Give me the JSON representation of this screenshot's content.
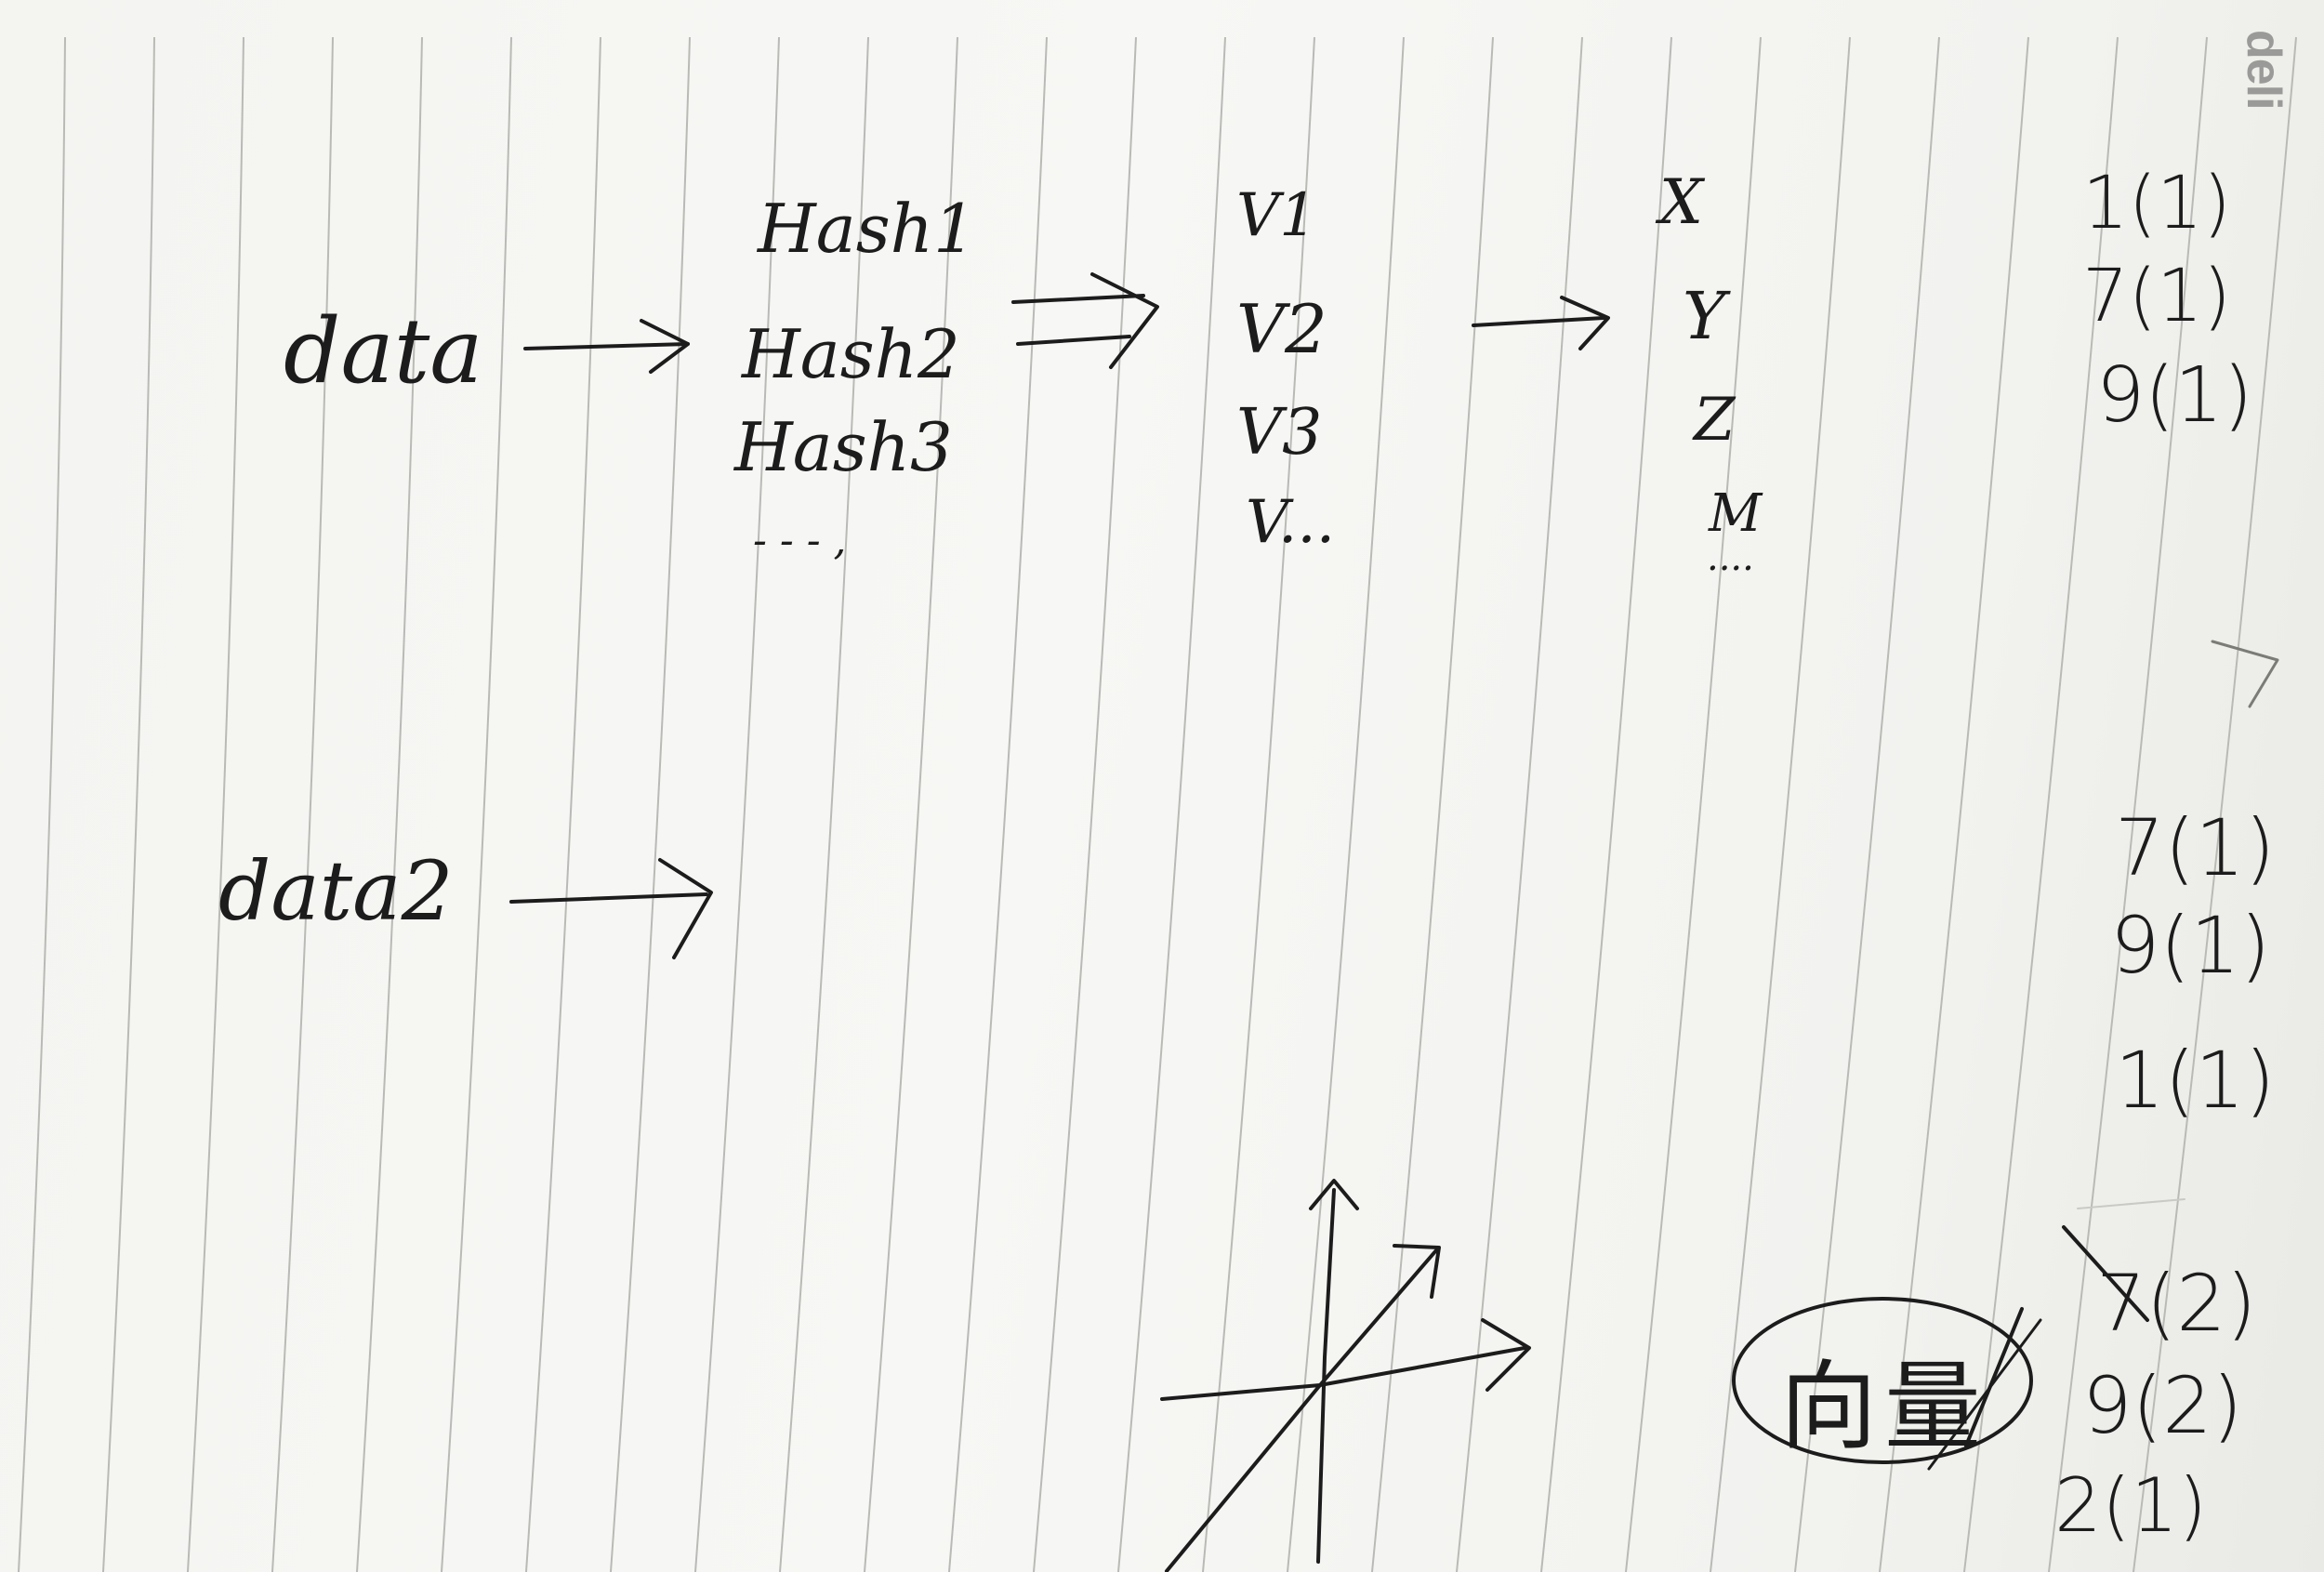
{
  "page": {
    "brand": "deli",
    "ink_color": "#1c1c1c",
    "line_color": "#b9b9b6"
  },
  "diagram_top": {
    "input": "data",
    "hashes": [
      "Hash1",
      "Hash2",
      "Hash3",
      "- - - ,"
    ],
    "vectors": [
      "V1",
      "V2",
      "V3",
      "V..."
    ],
    "outputs": [
      "X",
      "Y",
      "Z",
      "M",
      "...."
    ],
    "counts": [
      "1(1)",
      "7(1)",
      "9(1)"
    ]
  },
  "diagram_bottom": {
    "input": "data2",
    "counts": [
      "7(1)",
      "9(1)",
      "1(1)"
    ]
  },
  "vector_sketch": {
    "label": "向量",
    "counts": [
      "7(2)",
      "9(2)",
      "2(1)"
    ]
  }
}
